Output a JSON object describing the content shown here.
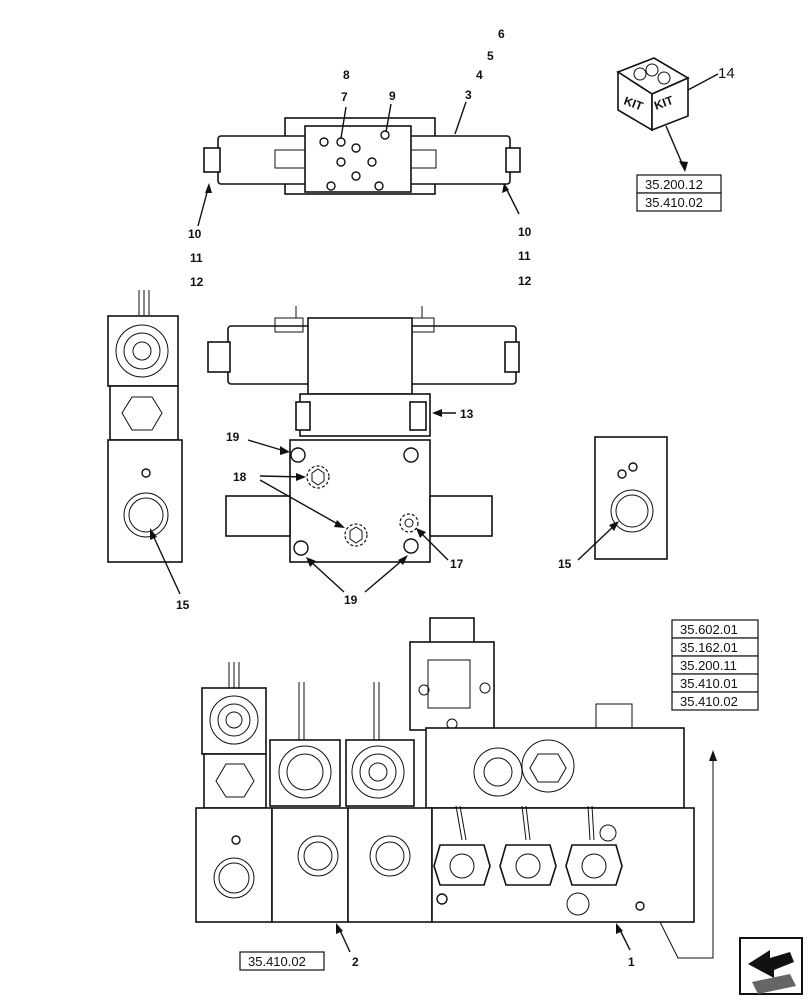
{
  "labels": {
    "n1": "1",
    "n2": "2",
    "n3": "3",
    "n4": "4",
    "n5": "5",
    "n6": "6",
    "n7": "7",
    "n8": "8",
    "n9": "9",
    "n10": "10",
    "n11": "11",
    "n12": "12",
    "n13": "13",
    "n14": "14",
    "n15": "15",
    "n17": "17",
    "n18": "18",
    "n19": "19"
  },
  "kit": {
    "text": "KIT"
  },
  "refs": {
    "kit_group": [
      "35.200.12",
      "35.410.02"
    ],
    "assembly_group": [
      "35.602.01",
      "35.162.01",
      "35.200.11",
      "35.410.01",
      "35.410.02"
    ],
    "bottom": "35.410.02"
  },
  "icons": {
    "nav": "arrow-icon"
  }
}
